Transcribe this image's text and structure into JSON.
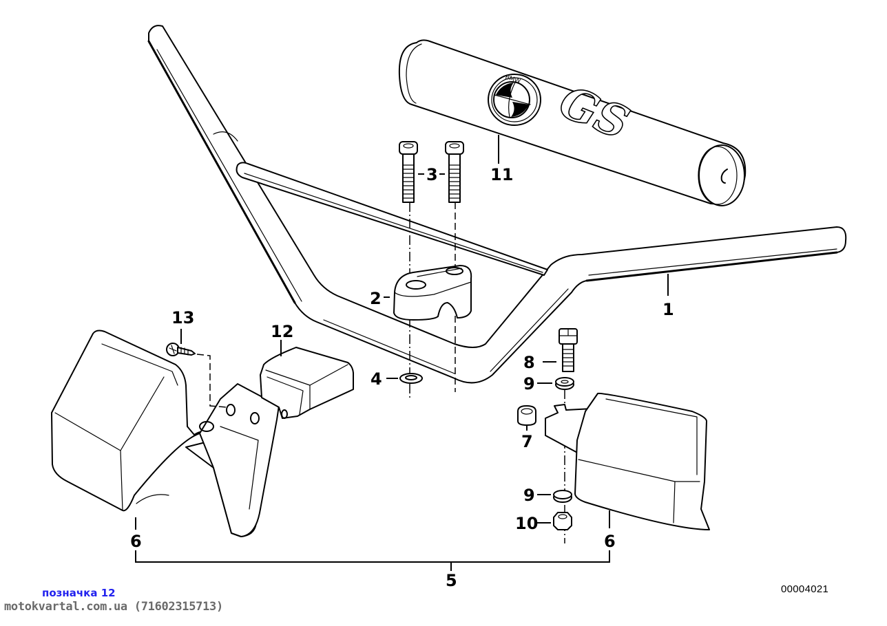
{
  "diagram": {
    "title": "Handlebar parts diagram",
    "part_number": "00004021",
    "callouts": [
      {
        "id": "1",
        "part": "handlebar"
      },
      {
        "id": "2",
        "part": "clamp"
      },
      {
        "id": "3",
        "part": "clamp-bolts"
      },
      {
        "id": "4",
        "part": "washer"
      },
      {
        "id": "5",
        "part": "hand-guard-set"
      },
      {
        "id": "6",
        "part": "hand-guard"
      },
      {
        "id": "7",
        "part": "spacer-sleeve"
      },
      {
        "id": "8",
        "part": "hex-bolt"
      },
      {
        "id": "9",
        "part": "washer"
      },
      {
        "id": "10",
        "part": "hex-nut"
      },
      {
        "id": "11",
        "part": "crossbar-pad"
      },
      {
        "id": "12",
        "part": "mounting-bracket"
      },
      {
        "id": "13",
        "part": "screw"
      }
    ],
    "labels": {
      "c1": "1",
      "c2": "2",
      "c3": "3",
      "c4": "4",
      "c5": "5",
      "c6a": "6",
      "c6b": "6",
      "c7": "7",
      "c8": "8",
      "c9a": "9",
      "c9b": "9",
      "c10": "10",
      "c11": "11",
      "c12": "12",
      "c13": "13"
    },
    "pad_logo_text": "GS",
    "pad_brand": "BMW"
  },
  "footer": {
    "tag": "позначка 12",
    "source": "motokvartal.com.ua (71602315713)"
  },
  "colors": {
    "tag": "#2222ee",
    "source": "#6a6a6a",
    "line": "#000000"
  }
}
